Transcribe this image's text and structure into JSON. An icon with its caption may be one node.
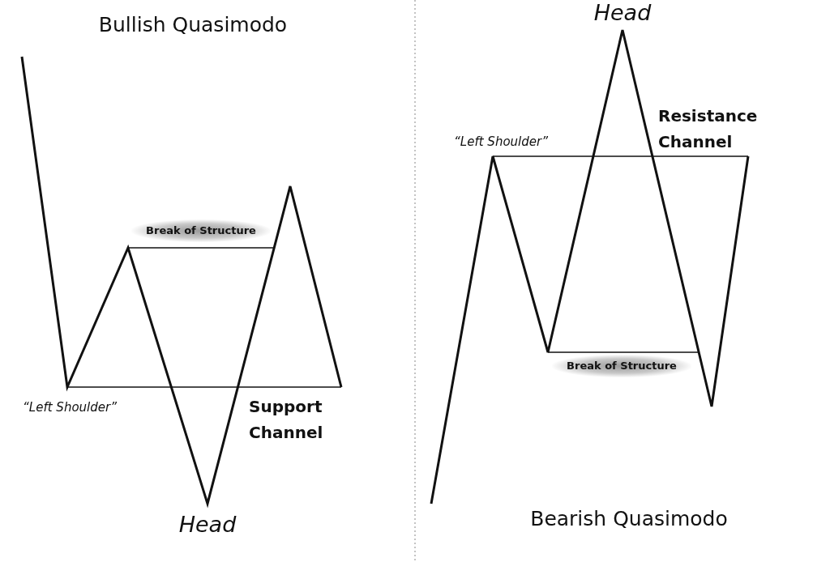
{
  "diagram": {
    "labels": [
      "Bullish Quasimodo",
      "Break of Structure",
      "“Left Shoulder”",
      "Support Channel",
      "Head",
      "Head",
      "Resistance Channel",
      "“Left Shoulder”",
      "Break of Structure",
      "Bearish Quasimodo"
    ]
  }
}
